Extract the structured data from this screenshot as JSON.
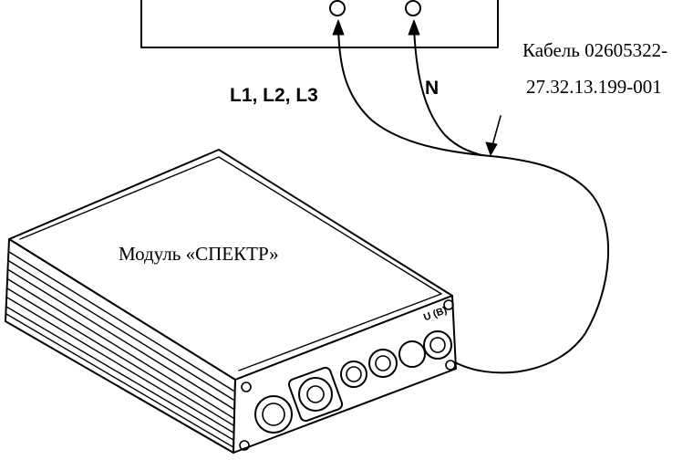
{
  "labels": {
    "phase_terminals": "L1, L2, L3",
    "neutral_terminal": "N",
    "cable_line1": "Кабель 02605322-",
    "cable_line2": "27.32.13.199-001",
    "module_name": "Модуль «СПЕКТР»",
    "port_marking": "U (B)"
  },
  "colors": {
    "ink": "#000000",
    "paper": "#ffffff"
  }
}
